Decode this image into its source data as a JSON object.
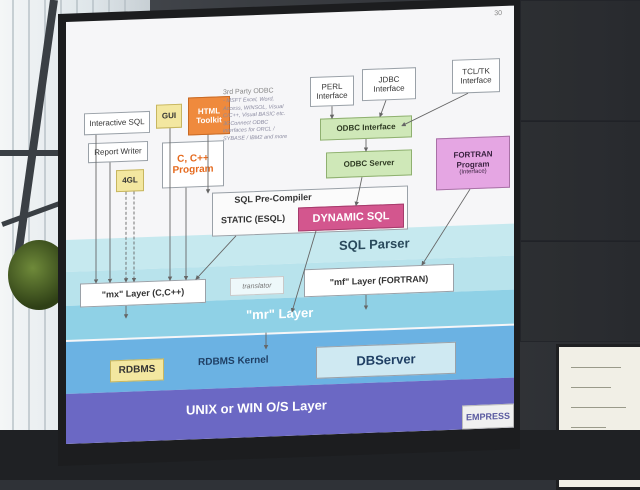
{
  "slide": {
    "page_number": "30",
    "boxes": {
      "interactive_sql": "Interactive SQL",
      "gui": "GUI",
      "html_toolkit": "HTML Toolkit",
      "report_writer": "Report Writer",
      "c_cpp_program": "C, C++ Program",
      "four_gl": "4GL",
      "perl_interface": "PERL Interface",
      "jdbc_interface": "JDBC Interface",
      "tcltk_interface": "TCL/TK Interface",
      "odbc_interface": "ODBC Interface",
      "odbc_server": "ODBC Server",
      "fortran_program": "FORTRAN Program",
      "fortran_sub": "(Interface)",
      "sql_precompiler": "SQL Pre-Compiler",
      "static_esql": "STATIC (ESQL)",
      "dynamic_sql": "DYNAMIC SQL",
      "mx_layer": "\"mx\" Layer (C,C++)",
      "mf_layer": "\"mf\" Layer (FORTRAN)",
      "translator": "translator",
      "rdbms": "RDBMS",
      "dbserver": "DBServer"
    },
    "odbc_note": {
      "title": "3rd Party ODBC",
      "text": "- MSFT Excel, Word, Access, WINSOL, Visual C/C++, Visual BASIC etc. 3GConnect ODBC interfaces for ORCL / SYBASE / IBM2 and more"
    },
    "layers": {
      "sql_parser": "SQL Parser",
      "mr_layer": "\"mr\" Layer",
      "rdbms_kernel": "RDBMS Kernel",
      "os_layer": "UNIX or WIN O/S Layer"
    },
    "logo": "EMPRESS"
  },
  "colors": {
    "slide_background": "#f6f6f8",
    "parser_band": "#c6e9ef",
    "mr_band": "#8fd1e6",
    "kernel_band": "#6bb2e3",
    "os_band": "#6b68c4",
    "dynamic_sql": "#d3568e",
    "html_toolkit": "#ef8a3d",
    "fortran": "#e5a6e3"
  }
}
